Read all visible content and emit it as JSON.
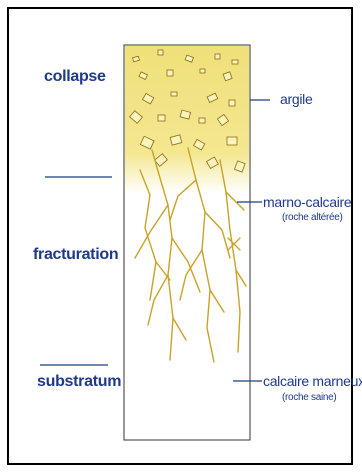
{
  "zones": {
    "collapse": "collapse",
    "fracturation": "fracturation",
    "substratum": "substratum"
  },
  "labels": {
    "argile": "argile",
    "marno_calcaire": "marno-calcaire",
    "roche_alteree": "(roche altérée)",
    "calcaire_marneux": "calcaire marneux",
    "roche_saine": "(roche saine)"
  },
  "colors": {
    "label_blue": "#1f3a8a",
    "clay_yellow": "#f2e27a",
    "fracture_ochre": "#c9a227",
    "frame": "#000000"
  }
}
